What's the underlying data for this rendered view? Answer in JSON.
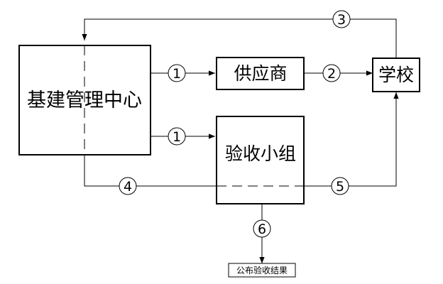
{
  "diagram": {
    "nodes": {
      "center": "基建管理中心",
      "supplier": "供应商",
      "school": "学校",
      "acceptance_group": "验收小组",
      "result": "公布验收结果"
    },
    "steps": {
      "s1a": "1",
      "s1b": "1",
      "s2": "2",
      "s3": "3",
      "s4": "4",
      "s5": "5",
      "s6": "6"
    }
  }
}
